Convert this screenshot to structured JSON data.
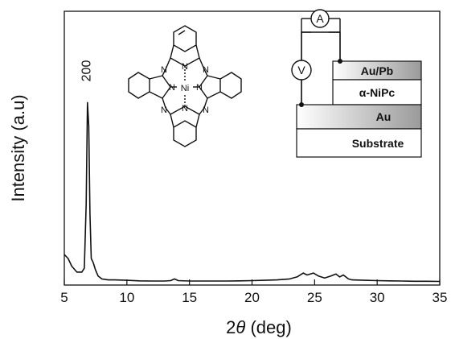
{
  "chart_data": {
    "type": "line",
    "title": "",
    "xlabel": "2θ (deg)",
    "ylabel": "Intensity (a.u)",
    "xlim": [
      5,
      35
    ],
    "xticks": [
      5,
      10,
      15,
      20,
      25,
      30,
      35
    ],
    "yticks_shown": false,
    "grid": false,
    "legend": "none",
    "series": [
      {
        "x": [
          5,
          5.3,
          5.6,
          6.0,
          6.4,
          6.6,
          6.75,
          6.85,
          6.95,
          7.05,
          7.15,
          7.3,
          7.5,
          7.7,
          8.0,
          8.5,
          9,
          10,
          11,
          12,
          13,
          13.5,
          13.8,
          14.1,
          15,
          16,
          17,
          18,
          19,
          20,
          21,
          22,
          23,
          23.6,
          24.1,
          24.4,
          24.9,
          25.3,
          25.8,
          26.3,
          26.7,
          27.0,
          27.3,
          27.7,
          28,
          29,
          30,
          31,
          32,
          33,
          34,
          35
        ],
        "y": [
          0.14,
          0.12,
          0.08,
          0.05,
          0.05,
          0.07,
          0.4,
          0.92,
          0.8,
          0.35,
          0.12,
          0.1,
          0.06,
          0.03,
          0.015,
          0.01,
          0.01,
          0.008,
          0.005,
          0.004,
          0.004,
          0.006,
          0.015,
          0.006,
          0.004,
          0.004,
          0.004,
          0.004,
          0.005,
          0.006,
          0.008,
          0.01,
          0.015,
          0.025,
          0.045,
          0.035,
          0.045,
          0.03,
          0.02,
          0.03,
          0.04,
          0.025,
          0.035,
          0.015,
          0.01,
          0.008,
          0.006,
          0.005,
          0.004,
          0.003,
          0.003,
          0.002
        ]
      }
    ],
    "annotations": [
      {
        "text": "200",
        "x": 6.9
      }
    ]
  },
  "inset": {
    "meter_a": "A",
    "meter_v": "V",
    "layers": [
      "Au/Pb",
      "α-NiPc",
      "Au",
      "Substrate"
    ]
  },
  "molecule": {
    "center_atom": "Ni",
    "nitrogen": "N"
  }
}
